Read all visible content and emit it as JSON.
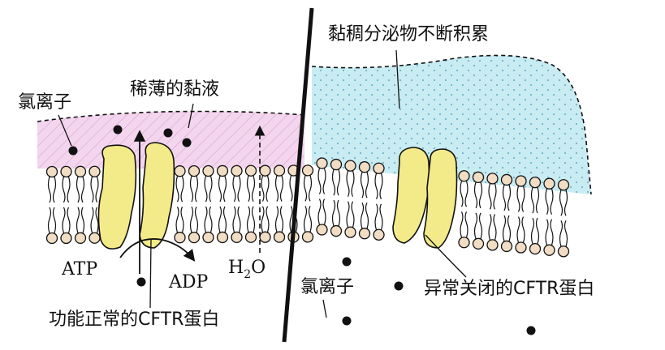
{
  "labels": {
    "chloride_top": "氯离子",
    "thin_mucus": "稀薄的黏液",
    "thick_secretion": "黏稠分泌物不断积累",
    "atp": "ATP",
    "adp": "ADP",
    "water_main": "H",
    "water_sub": "2",
    "water_end": "O",
    "chloride_bottom": "氯离子",
    "normal_cftr": "功能正常的CFTR蛋白",
    "abnormal_cftr": "异常关闭的CFTR蛋白"
  },
  "colors": {
    "mucus_pink": "#f3d6ee",
    "secretion_blue": "#c9ecf3",
    "protein_yellow": "#f3ea8a",
    "lipid_head": "#f1dcc4"
  }
}
